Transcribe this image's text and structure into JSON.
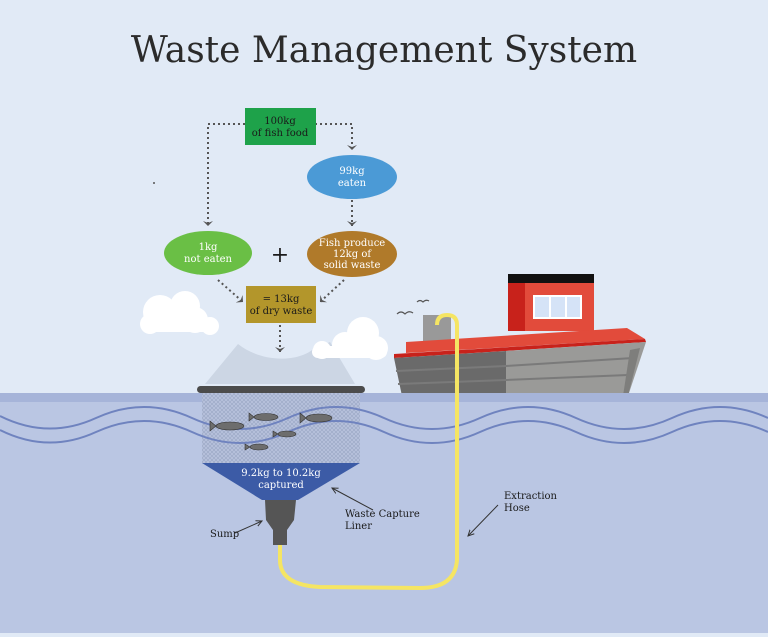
{
  "title": "Waste Management System",
  "colors": {
    "sky": "#e1eaf6",
    "water_top": "#a6b4d9",
    "water": "#bac6e3",
    "wave": "#6f83bf",
    "food_box": "#1ea24a",
    "eaten": "#4b9ad6",
    "not_eaten": "#6abf45",
    "solid_waste": "#b07a2a",
    "dry_waste": "#b3962b",
    "liner": "#3c5ba6",
    "sump": "#555555",
    "hose": "#f5e563",
    "boat_red": "#e24b3b",
    "boat_dark_red": "#c8221b",
    "hull_dark": "#6a6a6a",
    "hull_light": "#9a9a98"
  },
  "flow": {
    "food": {
      "line1": "100kg",
      "line2": "of fish food"
    },
    "eaten": {
      "line1": "99kg",
      "line2": "eaten"
    },
    "not_eaten": {
      "line1": "1kg",
      "line2": "not eaten"
    },
    "solid_waste": {
      "line1": "Fish produce",
      "line2": "12kg of",
      "line3": "solid waste"
    },
    "plus": "+",
    "dry_waste": {
      "line1": "= 13kg",
      "line2": "of dry waste"
    }
  },
  "pen": {
    "captured_line1": "9.2kg to 10.2kg",
    "captured_line2": "captured"
  },
  "labels": {
    "sump": "Sump",
    "liner_line1": "Waste Capture",
    "liner_line2": "Liner",
    "hose_line1": "Extraction",
    "hose_line2": "Hose"
  }
}
